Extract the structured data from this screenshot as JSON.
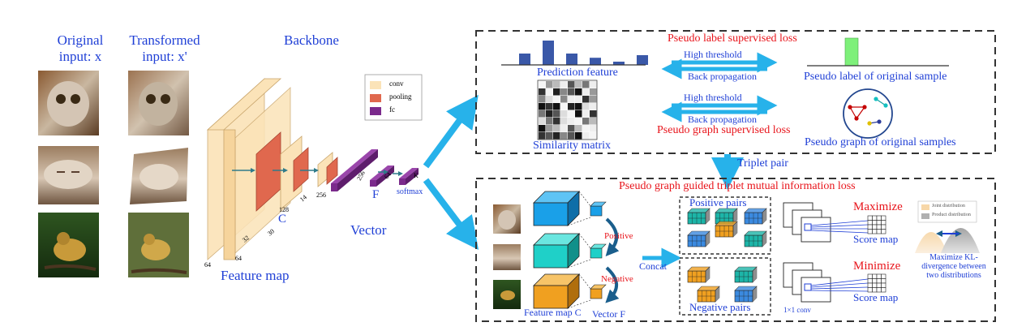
{
  "left": {
    "original_label": "Original\ninput: x",
    "transformed_label": "Transformed\ninput: x'",
    "backbone_label": "Backbone",
    "feature_map_label": "Feature map",
    "c_label": "C",
    "f_label": "F",
    "vector_label": "Vector",
    "softmax_label": "softmax",
    "dims": [
      "64",
      "64",
      "32",
      "30",
      "128",
      "14",
      "256",
      "256",
      "64",
      "K"
    ],
    "legend": [
      "conv",
      "pooling",
      "fc"
    ]
  },
  "top_panel": {
    "title": "Pseudo label supervised loss",
    "prediction_feature": "Prediction feature",
    "high_threshold_1": "High threshold",
    "back_propagation_1": "Back propagation",
    "pseudo_label": "Pseudo label of original sample",
    "high_threshold_2": "High threshold",
    "back_propagation_2": "Back propagation",
    "graph_loss": "Pseudo graph supervised loss",
    "similarity_matrix": "Similarity matrix",
    "pseudo_graph": "Pseudo graph of original samples",
    "bar_values": [
      0.35,
      0.75,
      0.35,
      0.22,
      0.1,
      0.3
    ]
  },
  "triplet_pair": "Triplet pair",
  "bottom_panel": {
    "title": "Pseudo graph guided triplet mutual information loss",
    "positive": "Positive",
    "negative": "Negative",
    "concat": "Concat",
    "feature_map_c": "Feature map C",
    "vector_f": "Vector F",
    "positive_pairs": "Positive pairs",
    "negative_pairs": "Negative pairs",
    "maximize": "Maximize",
    "minimize": "Minimize",
    "score_map_1": "Score map",
    "score_map_2": "Score map",
    "conv_label": "1×1 conv",
    "joint": "Joint distribution",
    "product": "Product distribution",
    "kl_text": "Maximize KL-\ndivergence between\ntwo distributions"
  },
  "colors": {
    "blue_text": "#1f3fd6",
    "red_text": "#e8141b",
    "arrow": "#27b2ea",
    "conv": "#fbe3b8",
    "pooling": "#e0684e",
    "fc": "#7b2a8c",
    "bar": "#3a58a8",
    "pseudo_bar": "#7ef07a"
  }
}
